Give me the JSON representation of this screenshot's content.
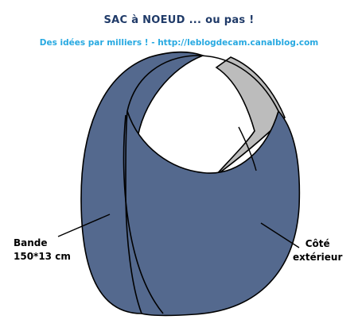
{
  "header": {
    "title": "SAC à NOEUD ... ou pas !",
    "subtitle": "Des idées par milliers ! - http://leblogdecam.canalblog.com"
  },
  "labels": {
    "band": [
      "Bande",
      "150*13 cm"
    ],
    "outer_side": [
      "Côté",
      "extérieur"
    ]
  },
  "colors": {
    "bag_blue": "#54698e",
    "band_gray": "#bcbcbc",
    "outline": "#000000",
    "title": "#1f3a68",
    "subtitle": "#27a9e1"
  }
}
